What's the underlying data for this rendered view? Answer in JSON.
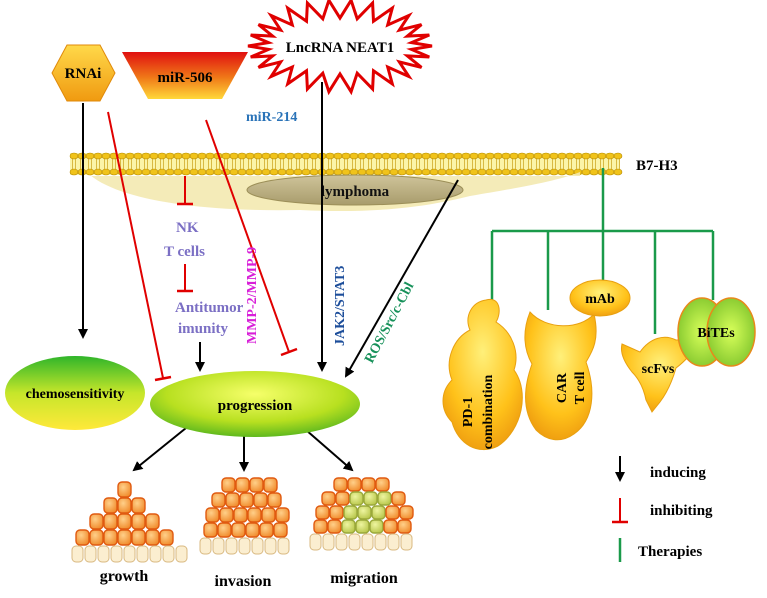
{
  "nodes": {
    "rnai": "RNAi",
    "mir506": "miR-506",
    "lncrna": "LncRNA NEAT1",
    "mir214": "miR-214",
    "b7h3": "B7-H3",
    "lymphoma": "lymphoma",
    "nk": "NK",
    "tcells": "T cells",
    "antitumor1": "Antitumor",
    "antitumor2": "imunity",
    "chemosensitivity": "chemosensitivity",
    "progression": "progression",
    "growth": "growth",
    "invasion": "invasion",
    "migration": "migration"
  },
  "pathway_labels": {
    "mmp": "MMP-2/MMP-9",
    "jak": "JAK2/STAT3",
    "ros": "ROS/Src/c-Cbl"
  },
  "therapies": {
    "pd1_line1": "PD-1",
    "pd1_line2": "combination",
    "mab": "mAb",
    "car_line1": "CAR",
    "car_line2": "T cell",
    "scfvs": "scFvs",
    "bites": "BiTEs"
  },
  "legend": {
    "inducing": "inducing",
    "inhibiting": "inhibiting",
    "therapies": "Therapies"
  },
  "colors": {
    "inducing": "#000000",
    "inhibiting": "#e00000",
    "therapies": "#1a9a4a",
    "mir214": "#2a73b8",
    "mmp": "#d81fd8",
    "jak": "#1c4d9a",
    "ros": "#17915a",
    "immune": "#7b6fc4"
  }
}
